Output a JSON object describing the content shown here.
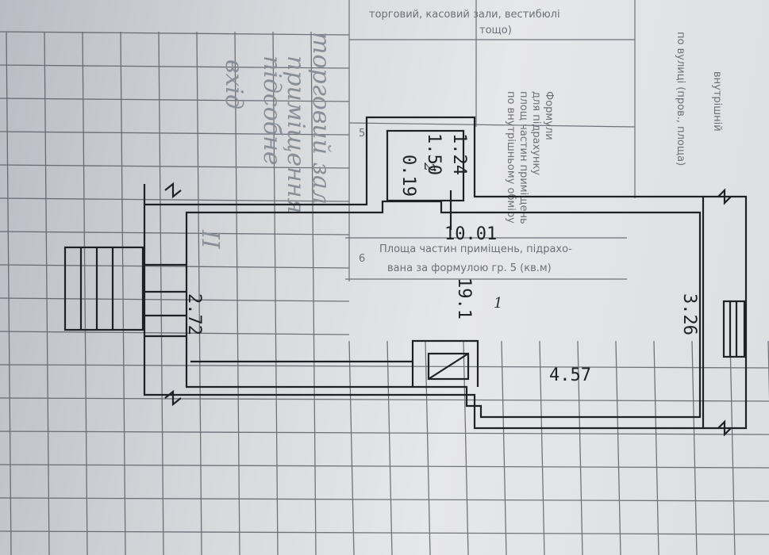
{
  "form_header": {
    "line1": "торговий, касовий зали, вестибюлі",
    "line2": "тощо)"
  },
  "column_headers": {
    "formula": [
      "Формули",
      "для підрахунку",
      "площ частин приміщень",
      "по внутрішньому обміру"
    ],
    "right_vertical": [
      "внутрішній",
      "по вулиці (пров., площа)"
    ],
    "area_note": [
      "Площа частин приміщень, підрахо-",
      "вана за формулою гр. 5 (кв.м)"
    ]
  },
  "column_numbers": [
    "5",
    "6"
  ],
  "handwritten_left": [
    "торговий зал",
    "приміщення",
    "підсобне"
  ],
  "handwritten_left_lower": [
    "вхід",
    "ІІ"
  ],
  "dimensions": {
    "small_room_w": "1.50",
    "small_room_h": "1.24",
    "small_room_side": "0.19",
    "small_room_mark": "2",
    "long_length": "10.01",
    "width_left": "2.72",
    "width_right": "3.26",
    "inner_length": "4.57",
    "center_mark": "19.1",
    "center_red": "1"
  },
  "colors": {
    "paper": "#d7d9dd",
    "grid": "#4b4f57",
    "ink": "#1e2126",
    "red_ink": "#c2354a"
  }
}
